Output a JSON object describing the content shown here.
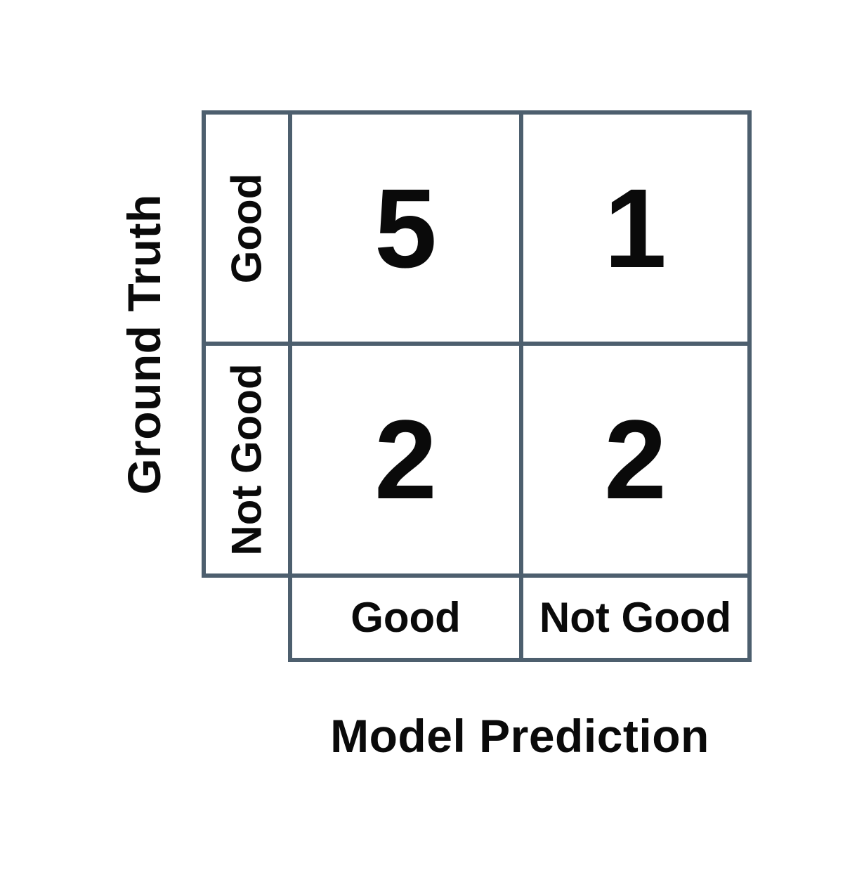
{
  "chart_data": {
    "type": "table",
    "subtype": "confusion-matrix",
    "title": "",
    "xlabel": "Model Prediction",
    "ylabel": "Ground Truth",
    "row_labels": [
      "Good",
      "Not Good"
    ],
    "col_labels": [
      "Good",
      "Not Good"
    ],
    "values": [
      [
        5,
        1
      ],
      [
        2,
        2
      ]
    ],
    "layout_hints": {
      "row_labels_position": "left",
      "col_labels_position": "bottom",
      "row_labels_rotated": true,
      "grid": "on"
    }
  },
  "colors": {
    "border": "#4D5F6E",
    "text": "#0A0A0A",
    "background": "#FFFFFF"
  }
}
